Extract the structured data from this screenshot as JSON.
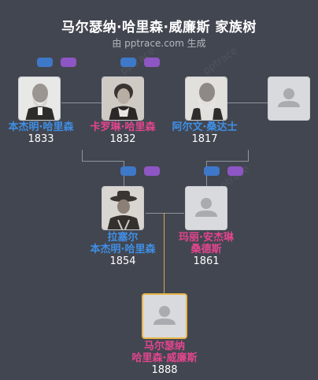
{
  "header": {
    "title": "马尔瑟纳·哈里森·威廉斯 家族树",
    "subtitle": "由 pptrace.com 生成",
    "watermark": "pptrace"
  },
  "colors": {
    "background": "#424650",
    "male": "#3f8fe6",
    "female": "#e4458f",
    "line": "#8f949c",
    "highlight_line": "#d8a84a"
  },
  "people": {
    "p1": {
      "name1": "本杰明·哈里森",
      "year": "1833",
      "gender": "male"
    },
    "p2": {
      "name1": "卡罗琳·哈里森",
      "year": "1832",
      "gender": "female"
    },
    "p3": {
      "name1": "阿尔文·桑达士",
      "year": "1817",
      "gender": "male"
    },
    "p4": {
      "name1": "",
      "year": "",
      "gender": "unknown"
    },
    "p5": {
      "name1": "拉塞尔",
      "name2": "本杰明·哈里森",
      "year": "1854",
      "gender": "male"
    },
    "p6": {
      "name1": "玛丽·安杰琳",
      "name2": "桑德斯",
      "year": "1861",
      "gender": "female"
    },
    "p7": {
      "name1": "马尔瑟纳",
      "name2": "哈里森·威廉斯",
      "year": "1888",
      "gender": "female"
    }
  }
}
